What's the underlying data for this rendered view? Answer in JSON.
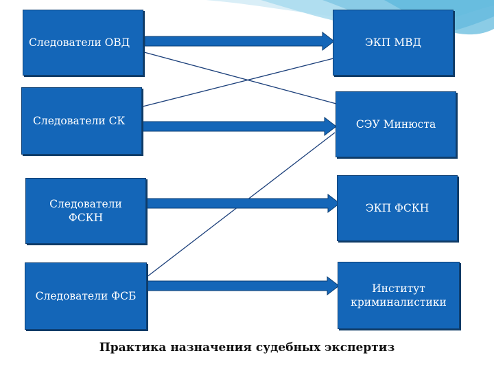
{
  "diagram": {
    "sources": [
      "Следователи ОВД",
      "Следователи СК",
      "Следователи ФСКН",
      "Следователи ФСБ"
    ],
    "targets": [
      "ЭКП МВД",
      "СЭУ Минюста",
      "ЭКП ФСКН",
      "Институт криминалистики"
    ],
    "links": [
      {
        "from": "Следователи ОВД",
        "to": "ЭКП МВД",
        "style": "bold-arrow"
      },
      {
        "from": "Следователи ОВД",
        "to": "СЭУ Минюста",
        "style": "thin-line"
      },
      {
        "from": "Следователи СК",
        "to": "СЭУ Минюста",
        "style": "bold-arrow"
      },
      {
        "from": "Следователи СК",
        "to": "ЭКП МВД",
        "style": "thin-line"
      },
      {
        "from": "Следователи ФСКН",
        "to": "ЭКП ФСКН",
        "style": "bold-arrow"
      },
      {
        "from": "Следователи ФСБ",
        "to": "Институт криминалистики",
        "style": "bold-arrow"
      },
      {
        "from": "Следователи ФСБ",
        "to": "СЭУ Минюста",
        "style": "thin-line"
      }
    ]
  },
  "caption": "Практика назначения судебных экспертиз",
  "colors": {
    "box_fill": "#1466b8",
    "box_border": "#0d3f73",
    "arrow_fill": "#1466b8",
    "thin_line": "#1b3f7a",
    "wave": "#7fc6e3"
  }
}
